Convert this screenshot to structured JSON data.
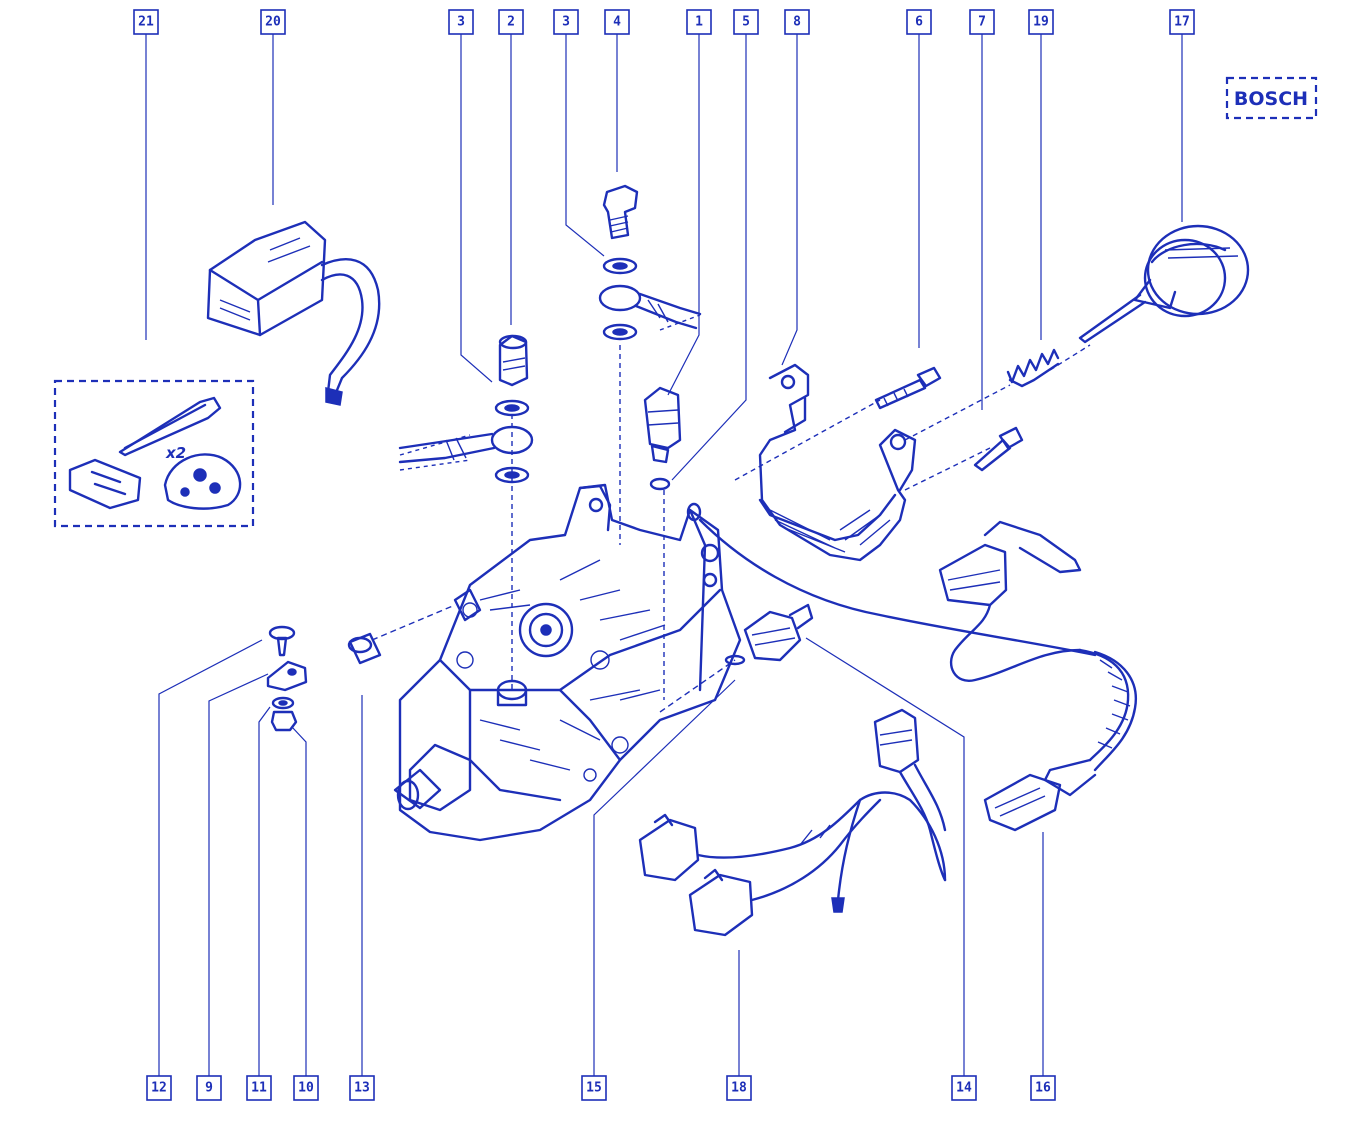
{
  "brand": {
    "label": "BOSCH",
    "color": "#1d2fb8"
  },
  "kit_note": "x2",
  "callouts": {
    "c21": "21",
    "c20": "20",
    "c3a": "3",
    "c2": "2",
    "c3b": "3",
    "c4": "4",
    "c1": "1",
    "c5": "5",
    "c8": "8",
    "c6": "6",
    "c7": "7",
    "c19": "19",
    "c17": "17",
    "c12": "12",
    "c9": "9",
    "c11": "11",
    "c10": "10",
    "c13": "13",
    "c15": "15",
    "c18": "18",
    "c14": "14",
    "c16": "16"
  }
}
